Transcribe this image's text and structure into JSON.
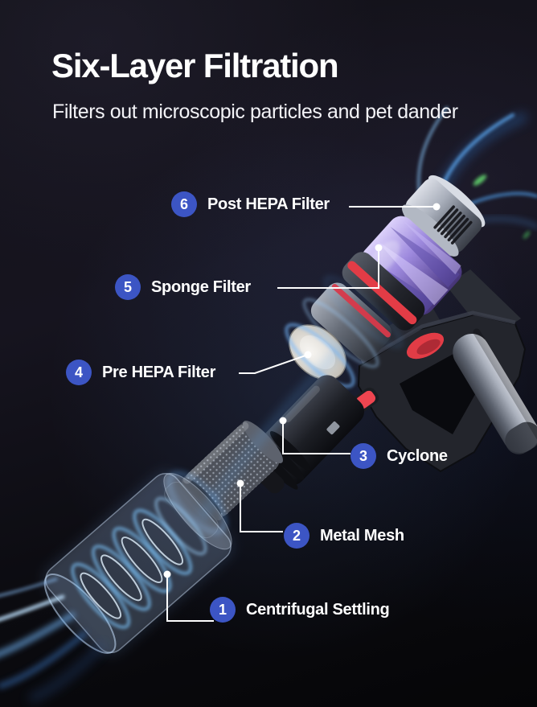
{
  "header": {
    "title": "Six-Layer Filtration",
    "subtitle": "Filters out microscopic particles and pet dander"
  },
  "callouts": [
    {
      "number": "1",
      "label": "Centrifugal Settling"
    },
    {
      "number": "2",
      "label": "Metal Mesh"
    },
    {
      "number": "3",
      "label": "Cyclone"
    },
    {
      "number": "4",
      "label": "Pre HEPA Filter"
    },
    {
      "number": "5",
      "label": "Sponge Filter"
    },
    {
      "number": "6",
      "label": "Post HEPA Filter"
    }
  ],
  "colors": {
    "badge_blue": "#3c55c4",
    "accent_red": "#e23c46",
    "filter_purple": "#9e8ade",
    "airflow_blue": "#6fb4ff",
    "text_white": "#ffffff",
    "background_dark": "#0d0c13"
  }
}
